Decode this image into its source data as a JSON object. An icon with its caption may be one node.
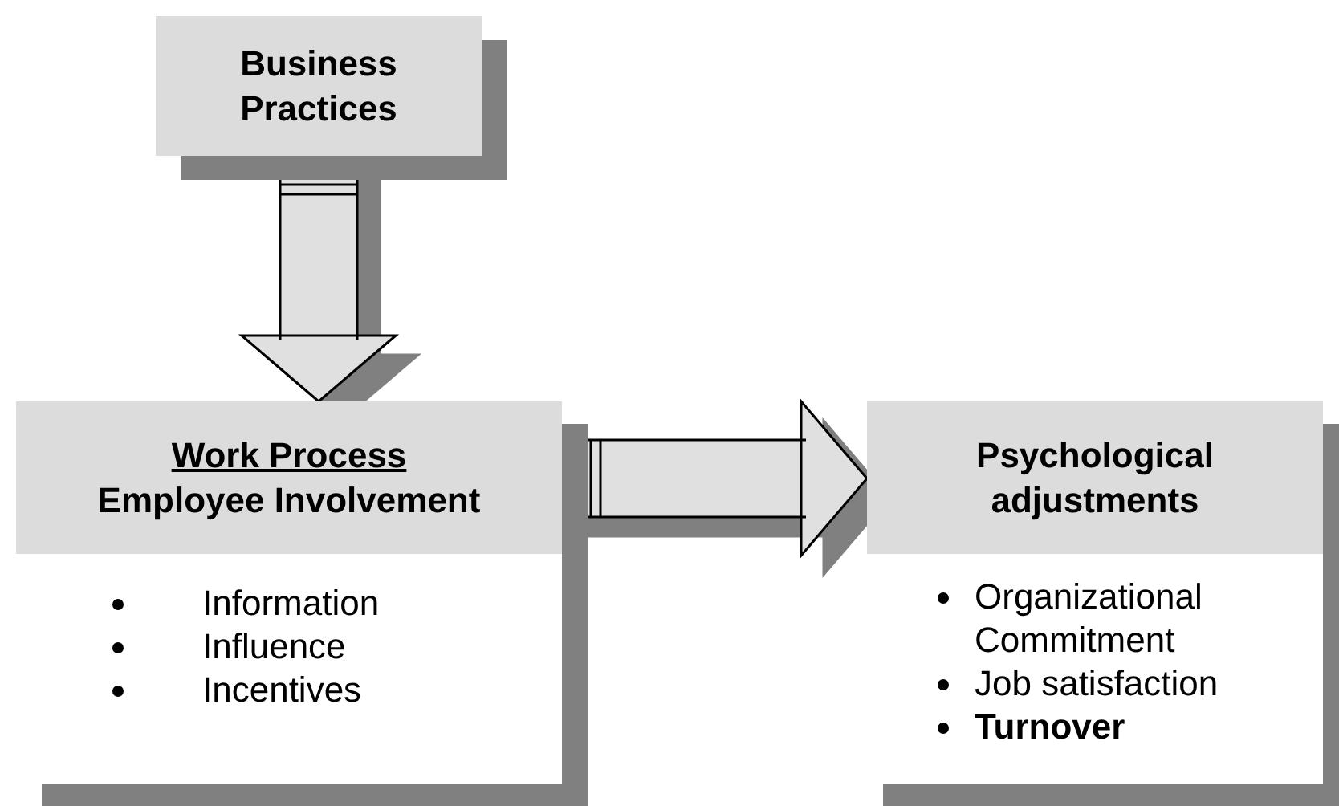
{
  "diagram": {
    "nodes": [
      {
        "text": [
          "Business Practices"
        ]
      },
      {
        "text": [
          "Work Process",
          "Employee Involvement",
          "Information",
          "Influence",
          "Incentives"
        ]
      },
      {
        "text": [
          "Psychological adjustments",
          "Organizational Commitment",
          "Job satisfaction",
          "**Turnover**"
        ]
      }
    ],
    "edges": [
      {
        "from": 0,
        "to": 1,
        "arrow": "to"
      },
      {
        "from": 1,
        "to": 2,
        "arrow": "to"
      }
    ]
  }
}
